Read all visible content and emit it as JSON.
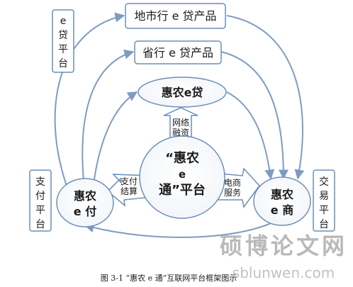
{
  "nodes": {
    "city_bank": "地市行 e 贷产品",
    "provincial_bank": "省行 e 贷产品",
    "huinong_edai": "惠农e贷",
    "edai_platform": [
      "e",
      "贷",
      "平",
      "台"
    ],
    "payment_platform": [
      "支",
      "付",
      "平",
      "台"
    ],
    "trading_platform": [
      "交",
      "易",
      "平",
      "台"
    ],
    "huinong_efu": [
      "惠农",
      "e 付"
    ],
    "huinong_eshang": [
      "惠农",
      "e 商"
    ],
    "center": [
      "“惠农",
      "e",
      "通”平台"
    ]
  },
  "arrows": {
    "network_finance": [
      "网络",
      "融资"
    ],
    "payment_settlement": [
      "支付",
      "结算"
    ],
    "ecommerce_service": [
      "电商",
      "服务"
    ]
  },
  "caption": "图 3-1 “惠农 e 通”互联网平台框架图示",
  "watermark": {
    "title": "硕博论文网",
    "url": "sblunwen.com"
  },
  "colors": {
    "box_border": "#6a8fb8",
    "line": "#7e9cc2",
    "text": "#1a1a1a",
    "watermark": "#b9b9b9"
  }
}
